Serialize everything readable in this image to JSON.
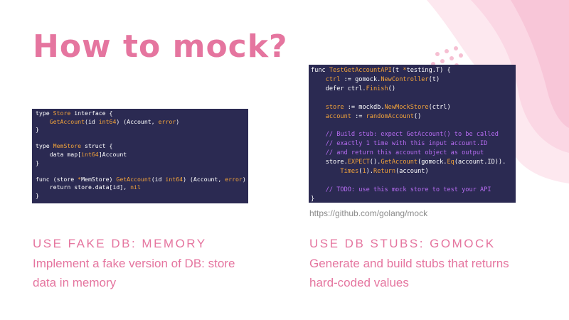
{
  "slide": {
    "title": "How to mock?"
  },
  "left": {
    "heading": "USE FAKE DB: MEMORY",
    "description": "Implement a fake version of DB: store data in memory",
    "code_lines": [
      [
        [
          "type ",
          "#ffffff"
        ],
        [
          "Store",
          "#f2a33a"
        ],
        [
          " interface {",
          "#ffffff"
        ]
      ],
      [
        [
          "    ",
          "#ffffff"
        ],
        [
          "GetAccount",
          "#f2a33a"
        ],
        [
          "(id ",
          "#ffffff"
        ],
        [
          "int64",
          "#f2a33a"
        ],
        [
          ") (Account, ",
          "#ffffff"
        ],
        [
          "error",
          "#f2a33a"
        ],
        [
          ")",
          "#ffffff"
        ]
      ],
      [
        [
          "}",
          "#ffffff"
        ]
      ],
      [
        [
          "",
          "#ffffff"
        ]
      ],
      [
        [
          "type ",
          "#ffffff"
        ],
        [
          "MemStore",
          "#f2a33a"
        ],
        [
          " struct {",
          "#ffffff"
        ]
      ],
      [
        [
          "    data map[",
          "#ffffff"
        ],
        [
          "int64",
          "#f2a33a"
        ],
        [
          "]Account",
          "#ffffff"
        ]
      ],
      [
        [
          "}",
          "#ffffff"
        ]
      ],
      [
        [
          "",
          "#ffffff"
        ]
      ],
      [
        [
          "func (store ",
          "#ffffff"
        ],
        [
          "*",
          "#f2a33a"
        ],
        [
          "MemStore) ",
          "#ffffff"
        ],
        [
          "GetAccount",
          "#f2a33a"
        ],
        [
          "(id ",
          "#ffffff"
        ],
        [
          "int64",
          "#f2a33a"
        ],
        [
          ") (Account, ",
          "#ffffff"
        ],
        [
          "error",
          "#f2a33a"
        ],
        [
          ") {",
          "#ffffff"
        ]
      ],
      [
        [
          "    return store.data[id], ",
          "#ffffff"
        ],
        [
          "nil",
          "#f2a33a"
        ]
      ],
      [
        [
          "}",
          "#ffffff"
        ]
      ]
    ]
  },
  "right": {
    "heading": "USE DB STUBS: GOMOCK",
    "description": "Generate and build stubs that returns hard-coded values",
    "link": "https://github.com/golang/mock",
    "code_lines": [
      [
        [
          "func ",
          "#ffffff"
        ],
        [
          "TestGetAccountAPI",
          "#f2a33a"
        ],
        [
          "(t ",
          "#ffffff"
        ],
        [
          "*",
          "#f2a33a"
        ],
        [
          "testing.T) {",
          "#ffffff"
        ]
      ],
      [
        [
          "    ",
          "#ffffff"
        ],
        [
          "ctrl",
          "#f2a33a"
        ],
        [
          " := gomock.",
          "#ffffff"
        ],
        [
          "NewController",
          "#f2a33a"
        ],
        [
          "(t)",
          "#ffffff"
        ]
      ],
      [
        [
          "    defer ctrl.",
          "#ffffff"
        ],
        [
          "Finish",
          "#f2a33a"
        ],
        [
          "()",
          "#ffffff"
        ]
      ],
      [
        [
          "",
          "#ffffff"
        ]
      ],
      [
        [
          "    ",
          "#ffffff"
        ],
        [
          "store",
          "#f2a33a"
        ],
        [
          " := mockdb.",
          "#ffffff"
        ],
        [
          "NewMockStore",
          "#f2a33a"
        ],
        [
          "(ctrl)",
          "#ffffff"
        ]
      ],
      [
        [
          "    ",
          "#ffffff"
        ],
        [
          "account",
          "#f2a33a"
        ],
        [
          " := ",
          "#ffffff"
        ],
        [
          "randomAccount",
          "#f2a33a"
        ],
        [
          "()",
          "#ffffff"
        ]
      ],
      [
        [
          "",
          "#ffffff"
        ]
      ],
      [
        [
          "    // Build stub: expect GetAccount() to be called",
          "#b76cf2"
        ]
      ],
      [
        [
          "    // exactly 1 time with this input account.ID",
          "#b76cf2"
        ]
      ],
      [
        [
          "    // and return this account object as output",
          "#b76cf2"
        ]
      ],
      [
        [
          "    store.",
          "#ffffff"
        ],
        [
          "EXPECT",
          "#f2a33a"
        ],
        [
          "().",
          "#ffffff"
        ],
        [
          "GetAccount",
          "#f2a33a"
        ],
        [
          "(gomock.",
          "#ffffff"
        ],
        [
          "Eq",
          "#f2a33a"
        ],
        [
          "(account.ID)).",
          "#ffffff"
        ]
      ],
      [
        [
          "        ",
          "#ffffff"
        ],
        [
          "Times",
          "#f2a33a"
        ],
        [
          "(",
          "#ffffff"
        ],
        [
          "1",
          "#f2a33a"
        ],
        [
          ").",
          "#ffffff"
        ],
        [
          "Return",
          "#f2a33a"
        ],
        [
          "(account)",
          "#ffffff"
        ]
      ],
      [
        [
          "",
          "#ffffff"
        ]
      ],
      [
        [
          "    // TODO: use this mock store to test your API",
          "#b76cf2"
        ]
      ],
      [
        [
          "}",
          "#ffffff"
        ]
      ]
    ]
  },
  "colors": {
    "accent": "#e5759f",
    "code_bg": "#2b2a52",
    "blob": "#fbe3ec"
  }
}
